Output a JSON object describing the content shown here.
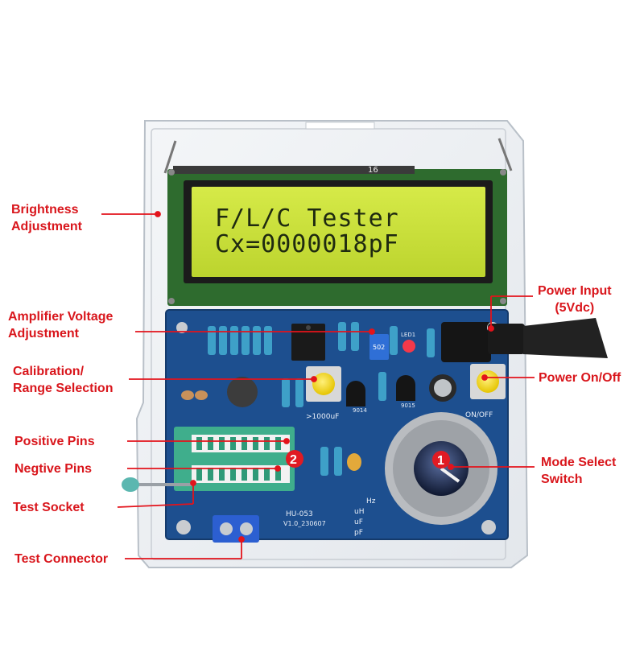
{
  "lcd": {
    "line1": "F/L/C Tester",
    "line2": "Cx=0000018pF"
  },
  "callouts": {
    "brightness": [
      "Brightness",
      "Adjustment"
    ],
    "amplifier": [
      "Amplifier Voltage",
      "Adjustment"
    ],
    "calibration": [
      "Calibration/",
      "Range Selection"
    ],
    "positive_pins": "Positive Pins",
    "negative_pins": "Negtive Pins",
    "test_socket": "Test Socket",
    "test_connector": "Test Connector",
    "power_input": [
      "Power Input",
      "(5Vdc)"
    ],
    "power_switch": "Power On/Off",
    "mode_switch": [
      "Mode Select",
      "Switch"
    ]
  },
  "markers": {
    "socket_marker": "2",
    "mode_marker": "1"
  },
  "board_labels": {
    "lcd_pin": "16",
    "board_id": "HU-053",
    "board_version": "V1.0_230607",
    "range_label": ">1000uF",
    "switch_label": "ON/OFF",
    "q1": "9014",
    "q2": "9015",
    "led": "LED1",
    "trimmer": "502",
    "unit_hz": "Hz",
    "unit_uh": "uH",
    "unit_uf": "uF",
    "unit_pf": "pF"
  },
  "colors": {
    "callout_text": "#d9161c",
    "leader_line": "#e3131b",
    "marker_fill": "#e01b23",
    "lcd_background": "#c8df3a",
    "pcb": "#1d4f8f"
  }
}
